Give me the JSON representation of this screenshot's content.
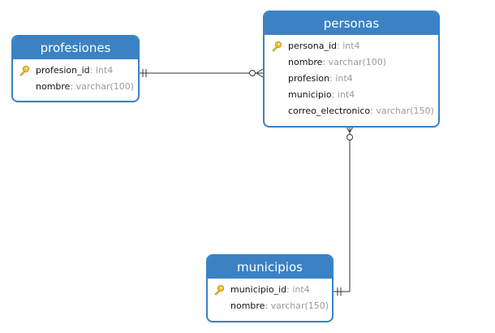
{
  "tables": {
    "profesiones": {
      "title": "profesiones",
      "columns": [
        {
          "name": "profesion_id",
          "type": "int4",
          "primary_key": true
        },
        {
          "name": "nombre",
          "type": "varchar(100)",
          "primary_key": false
        }
      ]
    },
    "personas": {
      "title": "personas",
      "columns": [
        {
          "name": "persona_id",
          "type": "int4",
          "primary_key": true
        },
        {
          "name": "nombre",
          "type": "varchar(100)",
          "primary_key": false
        },
        {
          "name": "profesion",
          "type": "int4",
          "primary_key": false
        },
        {
          "name": "municipio",
          "type": "int4",
          "primary_key": false
        },
        {
          "name": "correo_electronico",
          "type": "varchar(150)",
          "primary_key": false
        }
      ]
    },
    "municipios": {
      "title": "municipios",
      "columns": [
        {
          "name": "municipio_id",
          "type": "int4",
          "primary_key": true
        },
        {
          "name": "nombre",
          "type": "varchar(150)",
          "primary_key": false
        }
      ]
    }
  },
  "type_separator": ": ",
  "relationships": [
    {
      "from": "profesiones",
      "to": "personas",
      "from_cardinality": "one",
      "to_cardinality": "zero-or-many"
    },
    {
      "from": "municipios",
      "to": "personas",
      "from_cardinality": "one",
      "to_cardinality": "zero-or-many"
    }
  ],
  "colors": {
    "header": "#3b82c4",
    "border": "#3b82c4",
    "key": "#f2c12e",
    "line": "#333333"
  },
  "icons": {
    "primary_key": "key-icon"
  }
}
